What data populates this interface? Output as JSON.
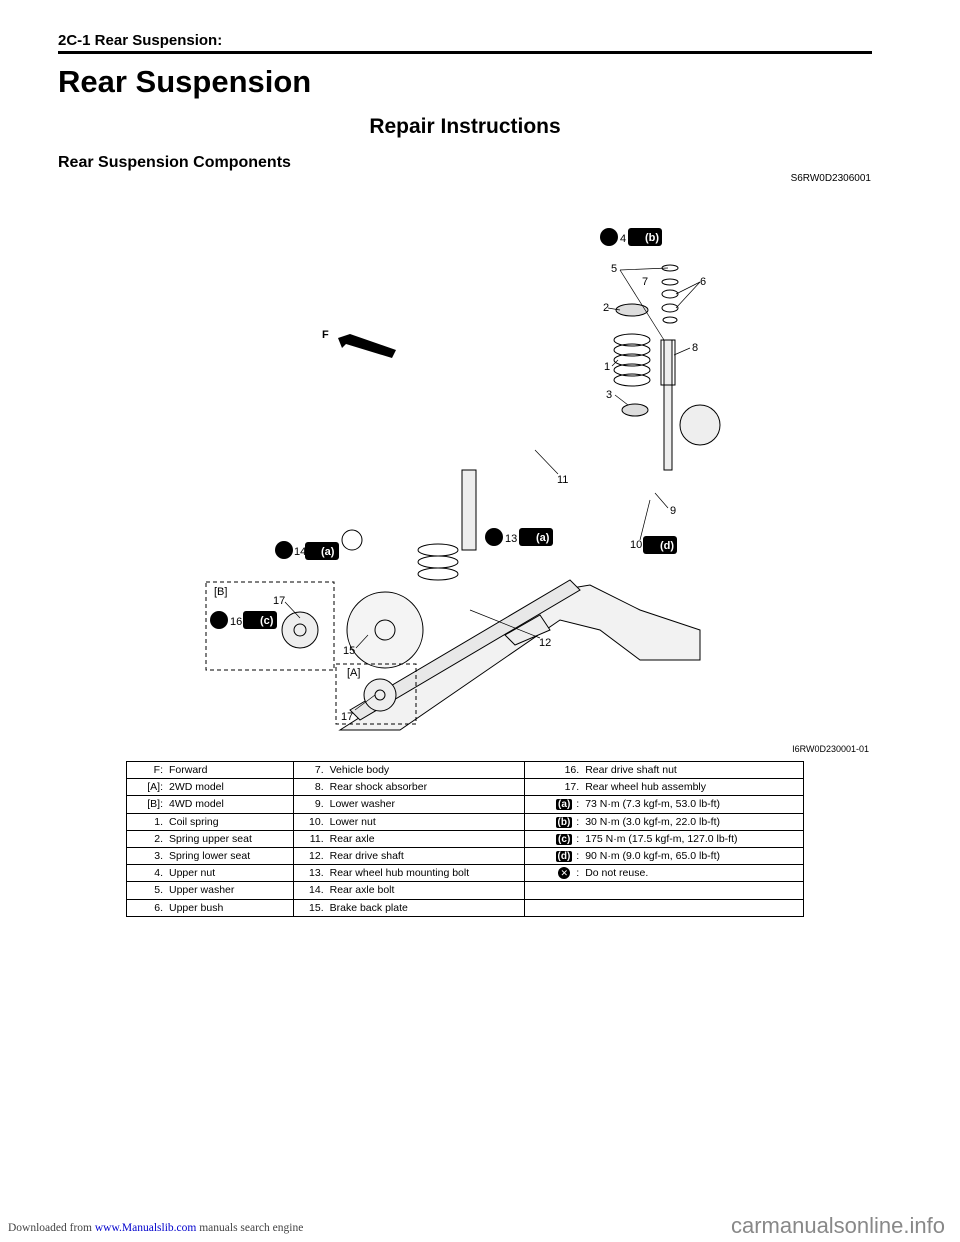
{
  "header": {
    "section": "2C-1   Rear Suspension:"
  },
  "title": "Rear Suspension",
  "subtitle": "Repair Instructions",
  "section_title": "Rear Suspension Components",
  "section_code": "S6RW0D2306001",
  "figure": {
    "caption": "I6RW0D230001-01",
    "forward": "F",
    "callouts": {
      "c1": "1",
      "c2": "2",
      "c3": "3",
      "c4": "4",
      "c5": "5",
      "c6": "6",
      "c7": "7",
      "c8": "8",
      "c9": "9",
      "c10": "10",
      "c11": "11",
      "c12": "12",
      "c13": "13",
      "c14": "14",
      "c15": "15",
      "c16": "16",
      "c17a": "17",
      "c17b": "17",
      "A": "[A]",
      "B": "[B]"
    },
    "torque_badges": {
      "b4": "(b)",
      "d10": "(d)",
      "a13": "(a)",
      "a14": "(a)",
      "c16": "(c)"
    }
  },
  "legend": {
    "col1": [
      {
        "n": "F:",
        "t": "Forward"
      },
      {
        "n": "[A]:",
        "t": "2WD model"
      },
      {
        "n": "[B]:",
        "t": "4WD model"
      },
      {
        "n": "1.",
        "t": "Coil spring"
      },
      {
        "n": "2.",
        "t": "Spring upper seat"
      },
      {
        "n": "3.",
        "t": "Spring lower seat"
      },
      {
        "n": "4.",
        "t": "Upper nut"
      },
      {
        "n": "5.",
        "t": "Upper washer"
      },
      {
        "n": "6.",
        "t": "Upper bush"
      }
    ],
    "col2": [
      {
        "n": "7.",
        "t": "Vehicle body"
      },
      {
        "n": "8.",
        "t": "Rear shock absorber"
      },
      {
        "n": "9.",
        "t": "Lower washer"
      },
      {
        "n": "10.",
        "t": "Lower nut"
      },
      {
        "n": "11.",
        "t": "Rear axle"
      },
      {
        "n": "12.",
        "t": "Rear drive shaft"
      },
      {
        "n": "13.",
        "t": "Rear wheel hub mounting bolt"
      },
      {
        "n": "14.",
        "t": "Rear axle bolt"
      },
      {
        "n": "15.",
        "t": "Brake back plate"
      }
    ],
    "col3": [
      {
        "n": "16.",
        "t": "Rear drive shaft nut"
      },
      {
        "n": "17.",
        "t": "Rear wheel hub assembly"
      },
      {
        "sym": "(a)",
        "t": "73 N·m (7.3 kgf-m, 53.0 lb-ft)"
      },
      {
        "sym": "(b)",
        "t": "30 N·m (3.0 kgf-m, 22.0 lb-ft)"
      },
      {
        "sym": "(c)",
        "t": "175 N·m (17.5 kgf-m, 127.0 lb-ft)"
      },
      {
        "sym": "(d)",
        "t": "90 N·m (9.0 kgf-m, 65.0 lb-ft)"
      },
      {
        "sym": "x",
        "t": "Do not reuse."
      },
      {
        "t": ""
      },
      {
        "t": ""
      }
    ],
    "sep": ":"
  },
  "footer": {
    "prefix": "Downloaded from",
    "link": "www.Manualslib.com",
    "suffix": "manuals search engine",
    "brand": "carmanualsonline.info"
  }
}
